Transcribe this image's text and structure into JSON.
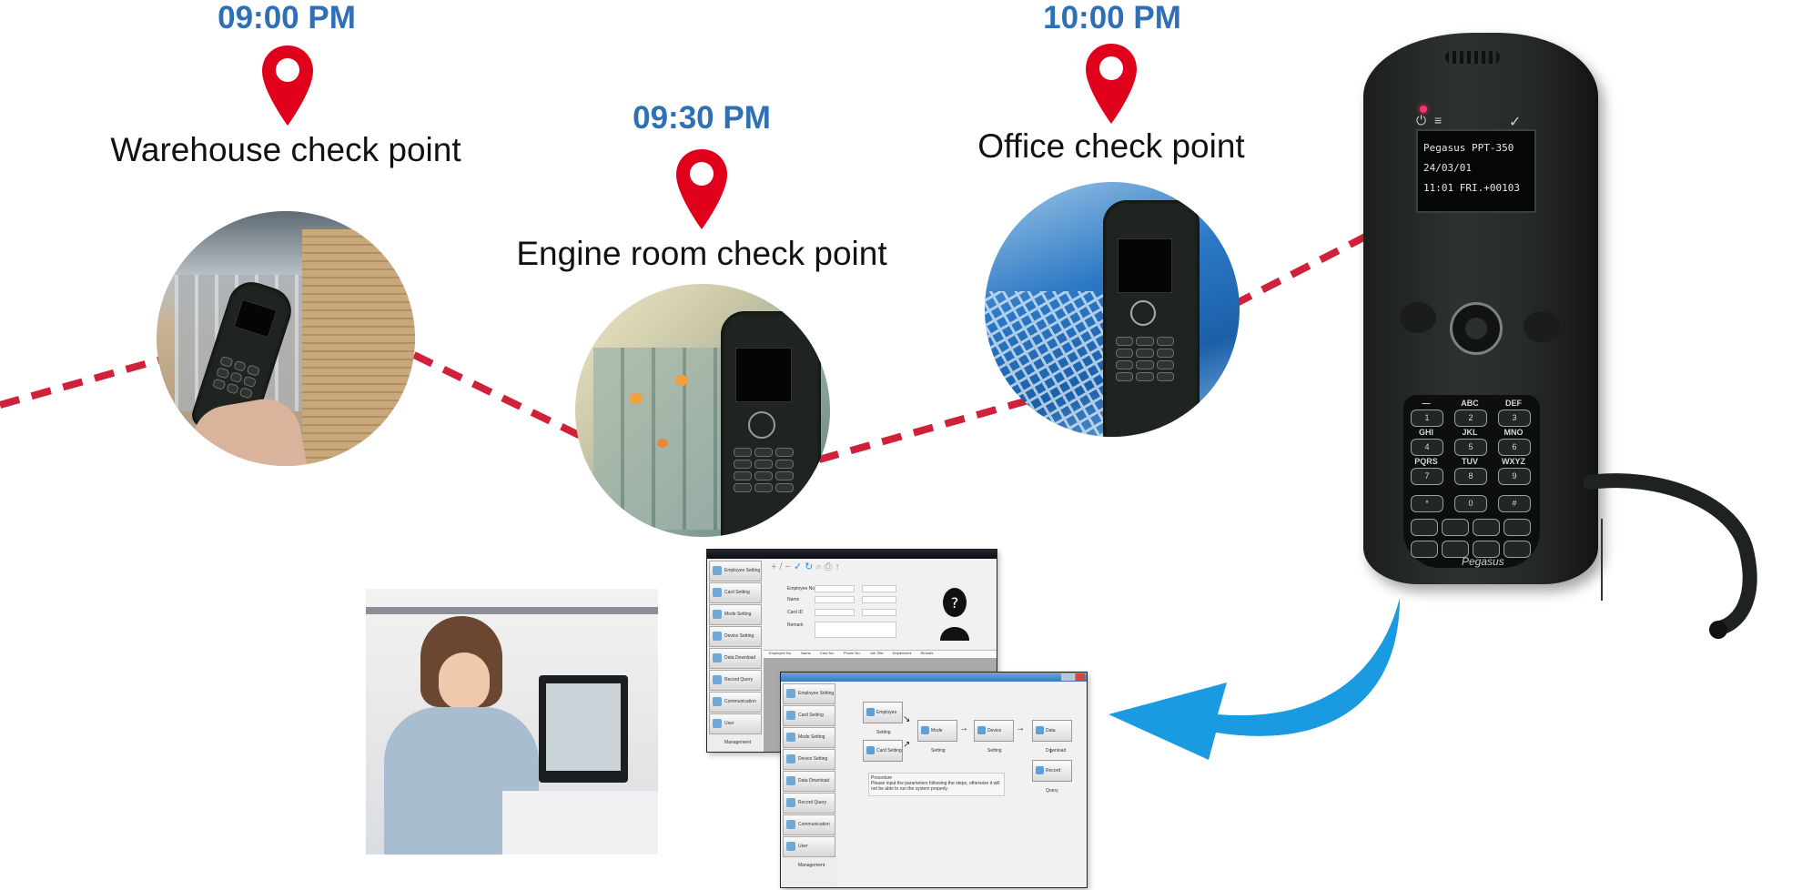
{
  "route": {
    "line_color": "#d0213a",
    "pin_color": "#e0001b",
    "time_color": "#2e6fb5"
  },
  "checkpoints": [
    {
      "time": "09:00 PM",
      "label": "Warehouse check point",
      "scene": "warehouse-photo"
    },
    {
      "time": "09:30 PM",
      "label": "Engine room check point",
      "scene": "engine-room-photo"
    },
    {
      "time": "10:00 PM",
      "label": "Office check point",
      "scene": "office-building-photo"
    }
  ],
  "device": {
    "screen_lines": [
      "Pegasus PPT-350",
      "24/03/01",
      "11:01 FRI.+00103"
    ],
    "brand": "Pegasus",
    "keys": [
      {
        "main": "1",
        "sub": "—"
      },
      {
        "main": "2",
        "sub": "ABC"
      },
      {
        "main": "3",
        "sub": "DEF"
      },
      {
        "main": "4",
        "sub": "GHI"
      },
      {
        "main": "5",
        "sub": "JKL"
      },
      {
        "main": "6",
        "sub": "MNO"
      },
      {
        "main": "7",
        "sub": "PQRS"
      },
      {
        "main": "8",
        "sub": "TUV"
      },
      {
        "main": "9",
        "sub": "WXYZ"
      },
      {
        "main": "*",
        "sub": ""
      },
      {
        "main": "0",
        "sub": ""
      },
      {
        "main": "#",
        "sub": ""
      }
    ]
  },
  "software": {
    "window1": {
      "sidebar": [
        "Employee Setting",
        "Card Setting",
        "Mode Setting",
        "Device Setting",
        "Data Download",
        "Record Query",
        "Communication Setting",
        "User Management"
      ],
      "fields": [
        "Employee No.",
        "Name",
        "Card ID",
        "Remark"
      ],
      "table_headers": [
        "Employee No.",
        "Name",
        "Card No.",
        "Phone No.",
        "Job Title",
        "Department",
        "Remark"
      ]
    },
    "window2": {
      "sidebar": [
        "Employee Setting",
        "Card Setting",
        "Mode Setting",
        "Device Setting",
        "Data Download",
        "Record Query",
        "Communication Setting",
        "User Management"
      ],
      "flow": [
        "Employee Setting",
        "Card Setting",
        "Mode Setting",
        "Device Setting",
        "Data Download",
        "Record Query"
      ],
      "procedure_title": "Procedure",
      "procedure_text": "Please input the parameters following the steps, otherwise it will not be able to run the system properly."
    }
  },
  "transfer_arrow_color": "#1a9ae0"
}
